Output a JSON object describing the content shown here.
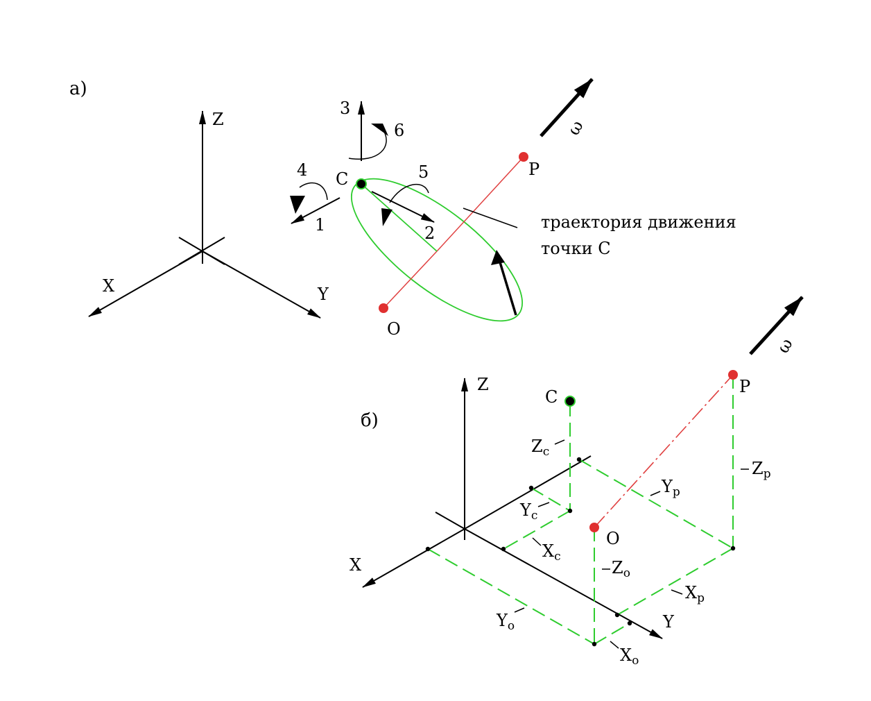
{
  "panel_a": {
    "label": "а)",
    "axes": {
      "x": "X",
      "y": "Y",
      "z": "Z"
    },
    "point_c": "C",
    "point_p": "P",
    "point_o": "O",
    "omega": "ω",
    "dof": [
      "1",
      "2",
      "3",
      "4",
      "5",
      "6"
    ],
    "caption_line1": "траектория движения",
    "caption_line2": "точки C"
  },
  "panel_b": {
    "label": "б)",
    "axes": {
      "x": "X",
      "y": "Y",
      "z": "Z"
    },
    "point_c": "C",
    "point_p": "P",
    "point_o": "O",
    "omega": "ω",
    "dims": {
      "zc": {
        "main": "Z",
        "sub": "c"
      },
      "yc": {
        "main": "Y",
        "sub": "c"
      },
      "xc": {
        "main": "X",
        "sub": "c"
      },
      "zp": {
        "main": "Z",
        "sub": "p"
      },
      "yp": {
        "main": "Y",
        "sub": "p"
      },
      "xp": {
        "main": "X",
        "sub": "p"
      },
      "zo": {
        "main": "Z",
        "sub": "o"
      },
      "yo": {
        "main": "Y",
        "sub": "o"
      },
      "xo": {
        "main": "X",
        "sub": "o"
      }
    }
  },
  "colors": {
    "trajectory": "#2ecc2e",
    "axis_line": "#e04040",
    "points": "#e03030",
    "ink": "#000000"
  }
}
